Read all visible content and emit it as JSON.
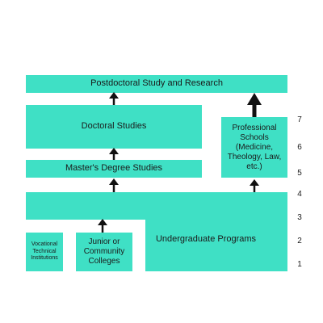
{
  "boxes": {
    "postdoctoral": "Postdoctoral Study and Research",
    "doctoral": "Doctoral Studies",
    "masters": "Master's Degree Studies",
    "professional": "Professional Schools (Medicine, Theology, Law, etc.)",
    "undergraduate": "Undergraduate Programs",
    "junior": "Junior or Community Colleges",
    "vocational": "Vocational Technical Institutions"
  },
  "levels": [
    "7",
    "6",
    "5",
    "4",
    "3",
    "2",
    "1"
  ],
  "colors": {
    "box_fill": "#3fe0c5",
    "arrow": "#111111"
  }
}
